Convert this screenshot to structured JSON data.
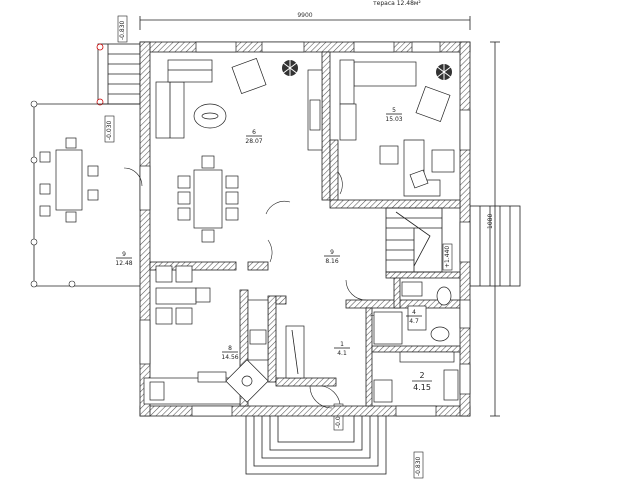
{
  "header": {
    "terrace_note": "терасa 12.48м²",
    "overall_width": "9900",
    "overall_height": "1080"
  },
  "rooms": [
    {
      "id": "living",
      "number": "6",
      "area": "28.07"
    },
    {
      "id": "office",
      "number": "5",
      "area": "15.03"
    },
    {
      "id": "hall",
      "number": "9",
      "area": "8.16"
    },
    {
      "id": "terrace",
      "number": "9",
      "area": "12.48"
    },
    {
      "id": "kitchen",
      "number": "8",
      "area": "14.56"
    },
    {
      "id": "entry",
      "number": "1",
      "area": "4.1"
    },
    {
      "id": "bath",
      "number": "4",
      "area": "4.7"
    },
    {
      "id": "wc",
      "number": "2",
      "area": "4.15"
    }
  ],
  "levels": {
    "top_left": "-0.830",
    "terrace_left": "-0.030",
    "stair_right": "+1.440",
    "entry_bottom": "-0.030",
    "bottom_right": "-0.830"
  }
}
